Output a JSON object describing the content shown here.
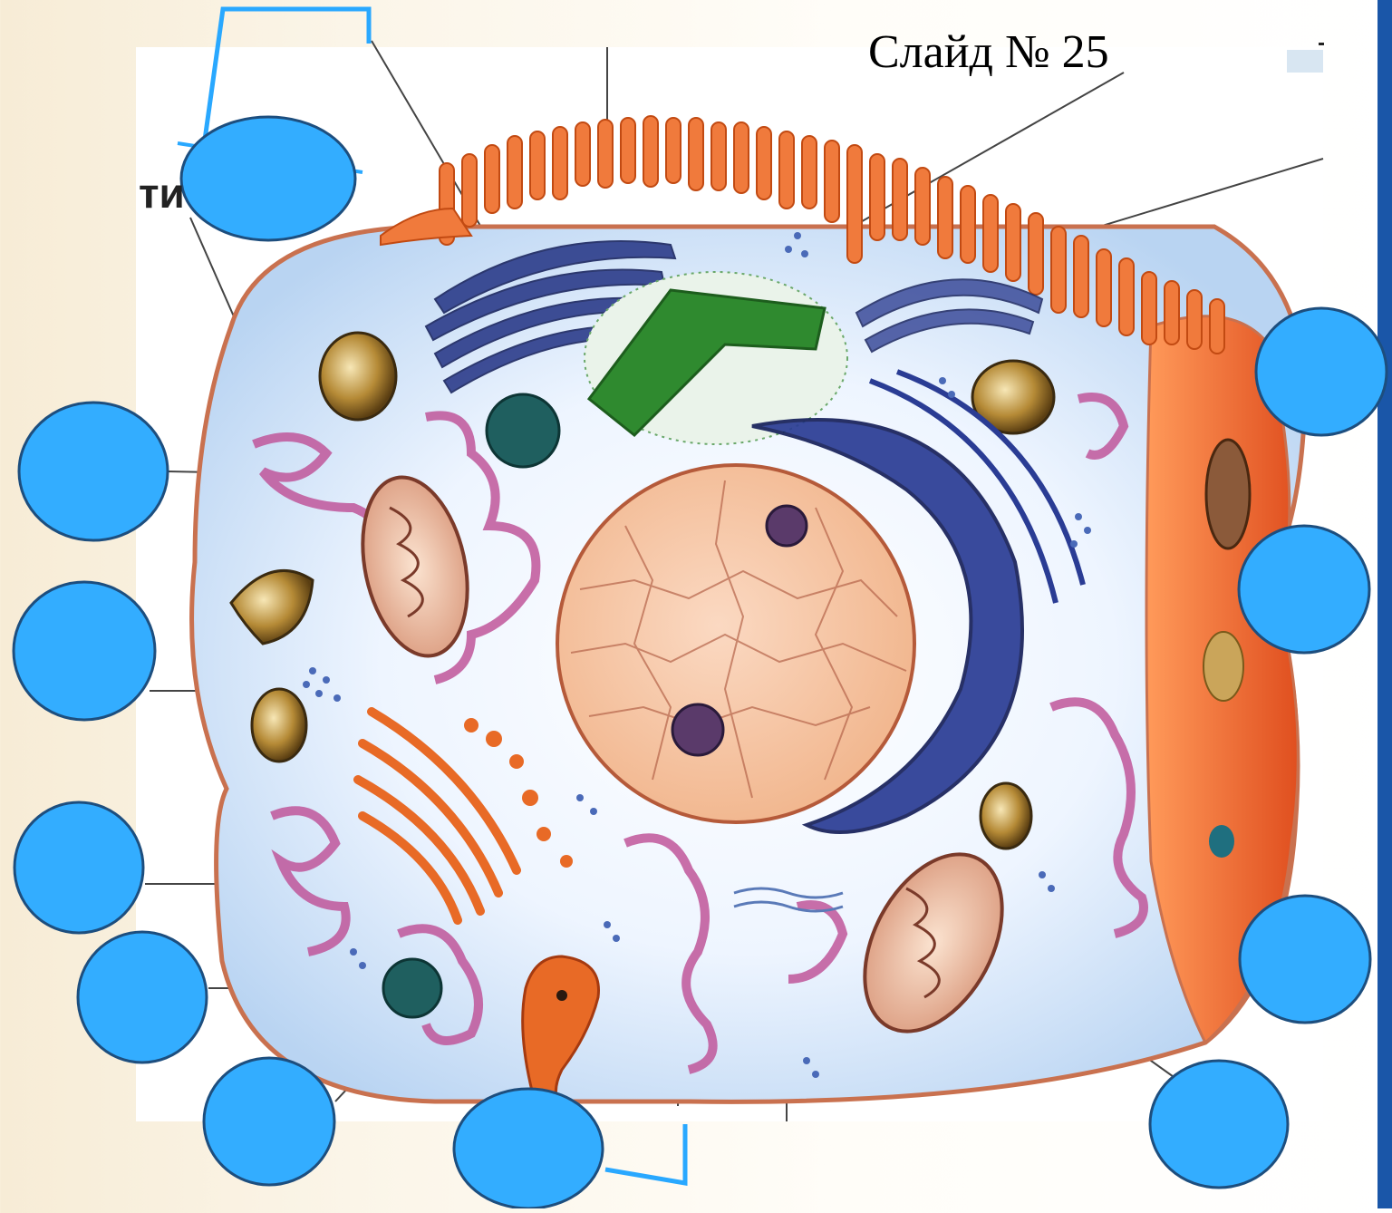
{
  "slide": {
    "title": "Слайд № 25",
    "label_fragment": "ти",
    "accent_bar_color": "#1a56a8",
    "oval_color": "#33adff",
    "oval_stroke": "#1d4e7e",
    "bracket_color": "#29a8ff"
  },
  "label_ovals": [
    {
      "id": "top-left"
    },
    {
      "id": "left-1"
    },
    {
      "id": "left-2"
    },
    {
      "id": "left-3"
    },
    {
      "id": "left-4"
    },
    {
      "id": "bottom-left"
    },
    {
      "id": "bottom-center"
    },
    {
      "id": "right-1"
    },
    {
      "id": "right-2"
    },
    {
      "id": "right-3"
    },
    {
      "id": "bottom-right"
    }
  ],
  "diagram_icons": [
    "cell-icon",
    "nucleus-icon",
    "nucleolus-icon",
    "mitochondrion-icon",
    "golgi-apparatus-icon",
    "endoplasmic-reticulum-icon",
    "lysosome-icon",
    "cell-membrane-icon",
    "microvilli-icon",
    "vacuole-icon",
    "ribosome-icon"
  ]
}
